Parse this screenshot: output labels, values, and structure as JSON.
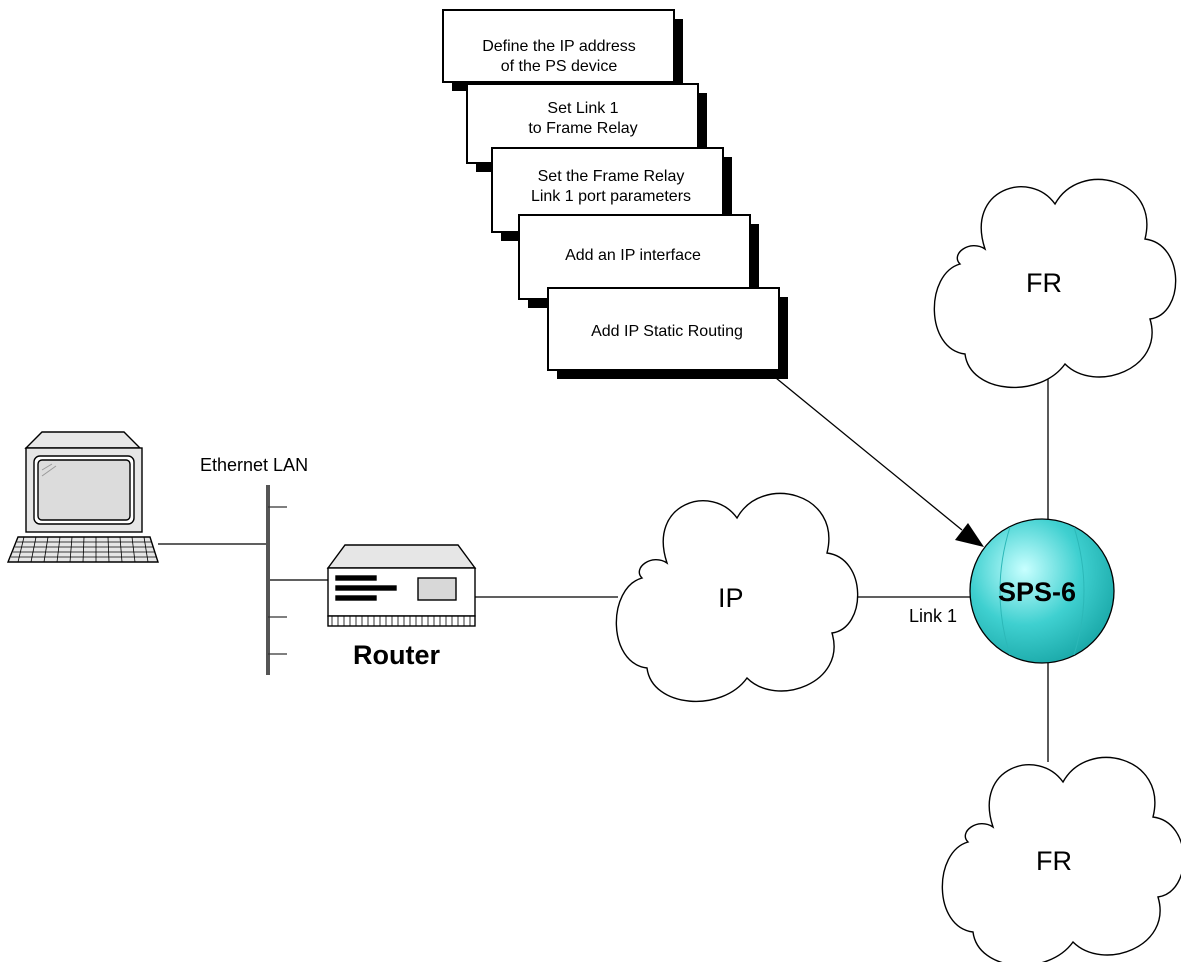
{
  "steps": [
    {
      "line1": "Define the IP address",
      "line2": "of the PS device"
    },
    {
      "line1": "Set Link 1",
      "line2": "to Frame Relay"
    },
    {
      "line1": "Set the Frame Relay",
      "line2": "Link 1 port parameters"
    },
    {
      "line1": "Add an IP interface",
      "line2": ""
    },
    {
      "line1": "Add  IP Static Routing",
      "line2": ""
    }
  ],
  "labels": {
    "ethernet_lan": "Ethernet LAN",
    "router": "Router",
    "ip_cloud": "IP",
    "fr_cloud_top": "FR",
    "fr_cloud_bottom": "FR",
    "link": "Link 1",
    "device": "SPS-6"
  },
  "colors": {
    "device_fill": "#3fd0d0",
    "device_highlight": "#c8ffff",
    "line": "#000000",
    "bus": "#555555"
  }
}
